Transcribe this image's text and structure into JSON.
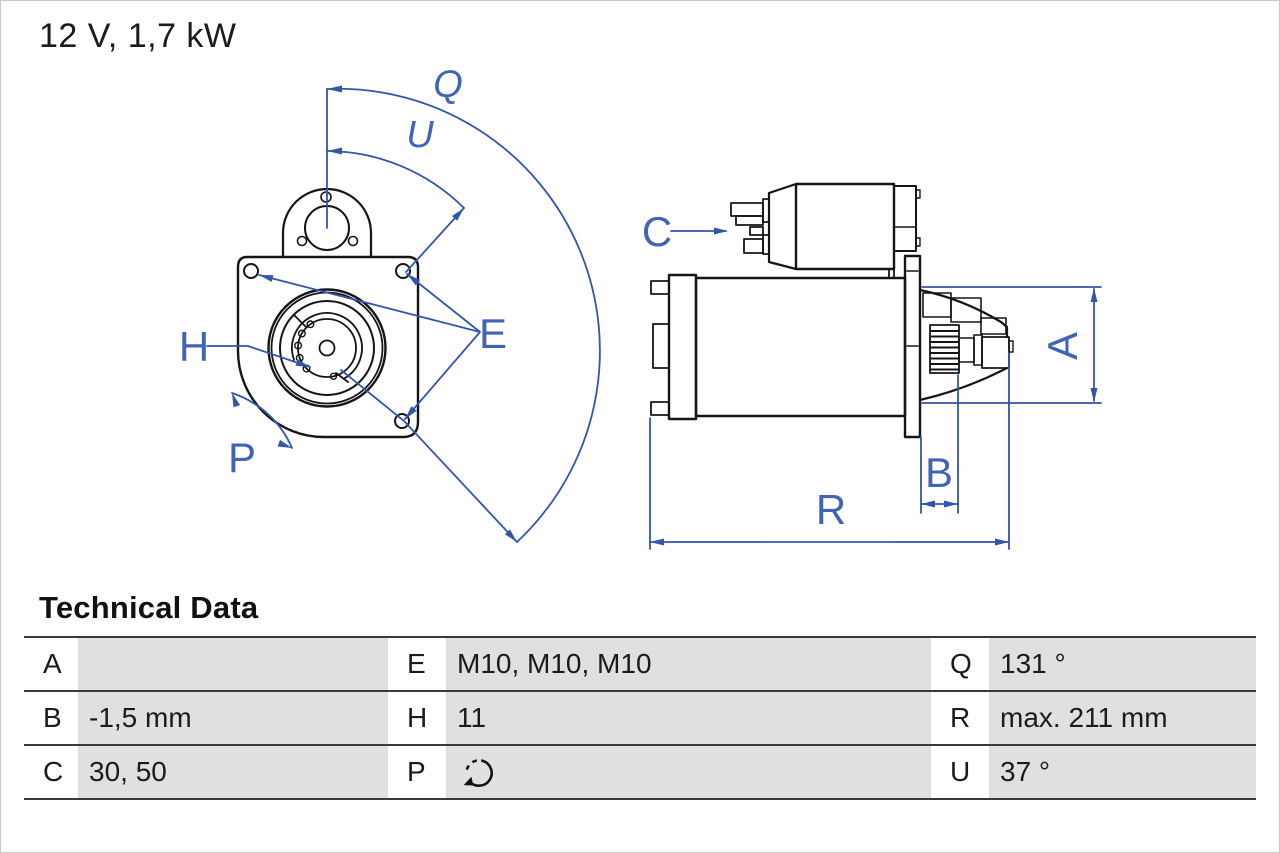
{
  "header": {
    "title": "12 V, 1,7 kW"
  },
  "drawing": {
    "line_color": "#3156ac",
    "outline_color": "#151515",
    "labels": {
      "Q": "Q",
      "U": "U",
      "E": "E",
      "H": "H",
      "P": "P",
      "C": "C",
      "A": "A",
      "B": "B",
      "R": "R"
    }
  },
  "table": {
    "title": "Technical Data",
    "rows": [
      [
        {
          "key": "A",
          "value": ""
        },
        {
          "key": "E",
          "value": "M10, M10, M10"
        },
        {
          "key": "Q",
          "value": "131 °"
        }
      ],
      [
        {
          "key": "B",
          "value": "-1,5 mm"
        },
        {
          "key": "H",
          "value": "11"
        },
        {
          "key": "R",
          "value": "max. 211 mm"
        }
      ],
      [
        {
          "key": "C",
          "value": "30, 50"
        },
        {
          "key": "P",
          "value": "",
          "icon": "rotation-cw-icon"
        },
        {
          "key": "U",
          "value": "37 °"
        }
      ]
    ]
  }
}
